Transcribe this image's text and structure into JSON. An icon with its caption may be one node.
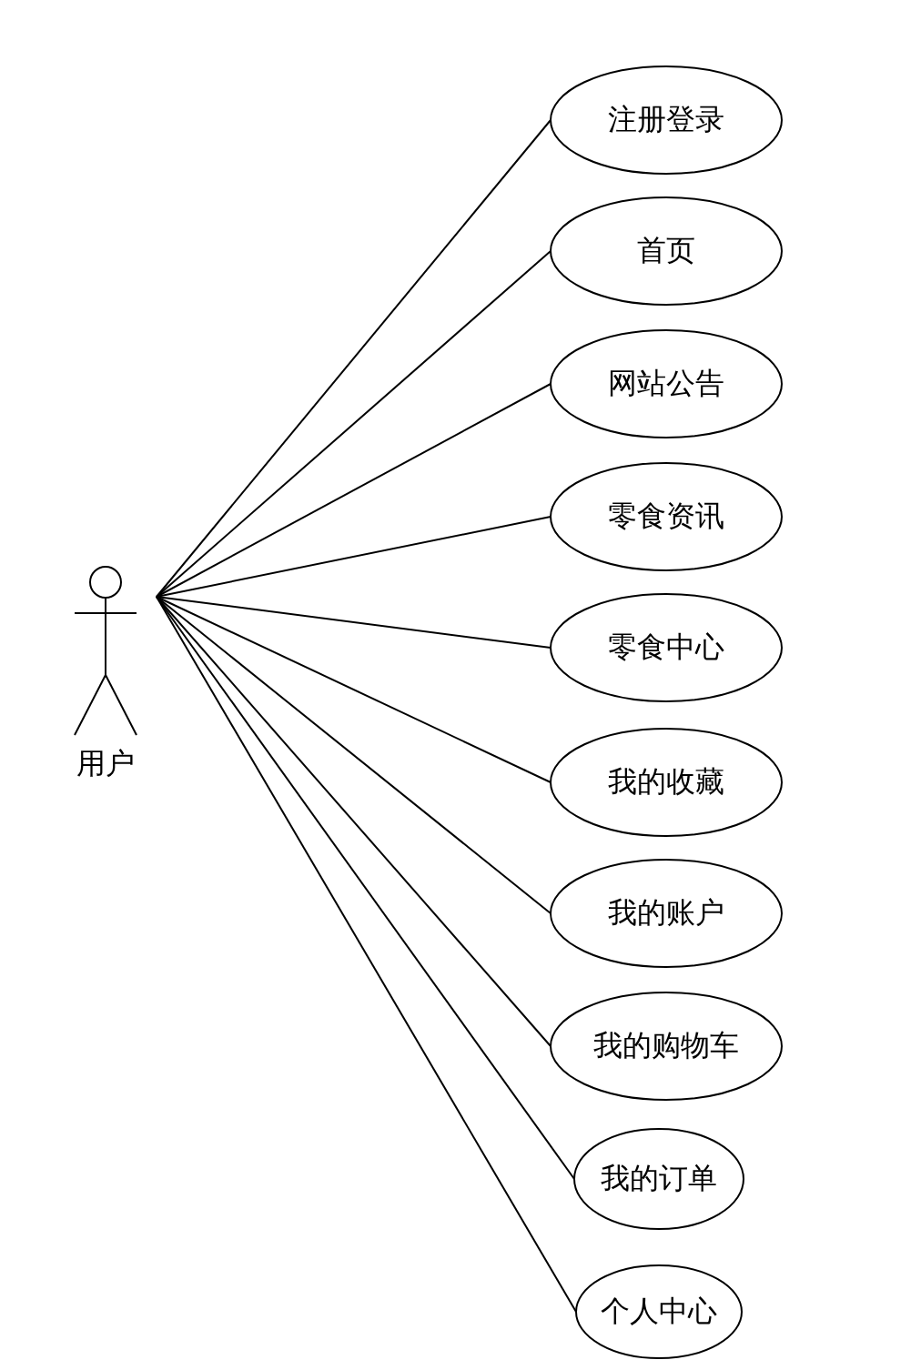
{
  "diagram": {
    "nodes": [
      {
        "text": [
          "用户"
        ]
      },
      {
        "text": [
          "注册登录"
        ]
      },
      {
        "text": [
          "首页"
        ]
      },
      {
        "text": [
          "网站公告"
        ]
      },
      {
        "text": [
          "零食资讯"
        ]
      },
      {
        "text": [
          "零食中心"
        ]
      },
      {
        "text": [
          "我的收藏"
        ]
      },
      {
        "text": [
          "我的账户"
        ]
      },
      {
        "text": [
          "我的购物车"
        ]
      },
      {
        "text": [
          "我的订单"
        ]
      },
      {
        "text": [
          "个人中心"
        ]
      }
    ],
    "edges": [
      {
        "from": 0,
        "to": 1,
        "arrow": "none"
      },
      {
        "from": 0,
        "to": 2,
        "arrow": "none"
      },
      {
        "from": 0,
        "to": 3,
        "arrow": "none"
      },
      {
        "from": 0,
        "to": 4,
        "arrow": "none"
      },
      {
        "from": 0,
        "to": 5,
        "arrow": "none"
      },
      {
        "from": 0,
        "to": 6,
        "arrow": "none"
      },
      {
        "from": 0,
        "to": 7,
        "arrow": "none"
      },
      {
        "from": 0,
        "to": 8,
        "arrow": "none"
      },
      {
        "from": 0,
        "to": 9,
        "arrow": "none"
      },
      {
        "from": 0,
        "to": 10,
        "arrow": "none"
      }
    ]
  }
}
